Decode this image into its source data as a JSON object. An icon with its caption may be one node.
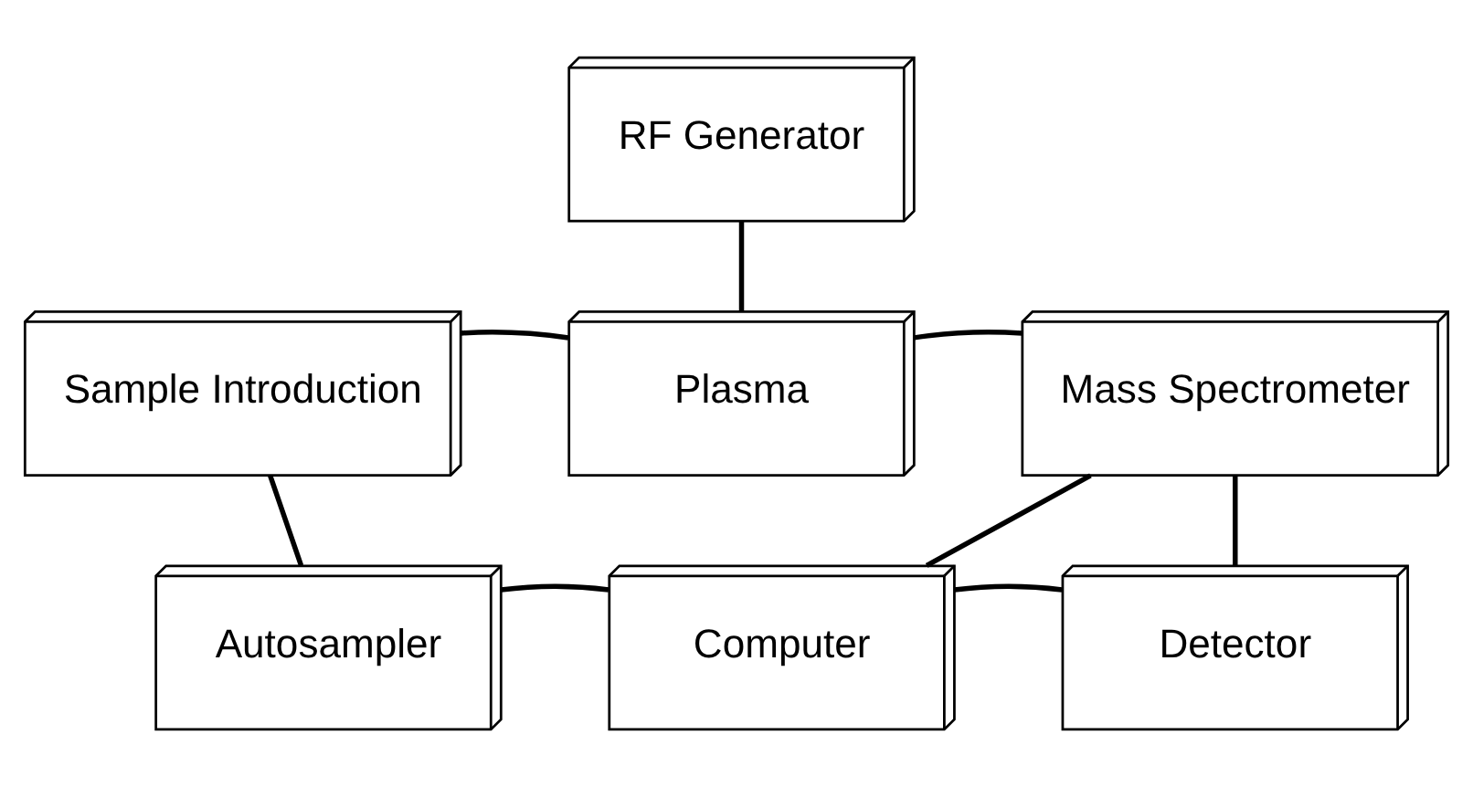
{
  "diagram": {
    "nodes": [
      {
        "text": [
          "RF Generator"
        ]
      },
      {
        "text": [
          "Sample Introduction"
        ]
      },
      {
        "text": [
          "Plasma"
        ]
      },
      {
        "text": [
          "Mass Spectrometer"
        ]
      },
      {
        "text": [
          "Autosampler"
        ]
      },
      {
        "text": [
          "Computer"
        ]
      },
      {
        "text": [
          "Detector"
        ]
      }
    ],
    "edges": [
      {
        "from": 0,
        "to": 2,
        "arrow": "none"
      },
      {
        "from": 1,
        "to": 2,
        "arrow": "none"
      },
      {
        "from": 2,
        "to": 3,
        "arrow": "none"
      },
      {
        "from": 1,
        "to": 4,
        "arrow": "none"
      },
      {
        "from": 3,
        "to": 6,
        "arrow": "none"
      },
      {
        "from": 3,
        "to": 5,
        "arrow": "none"
      },
      {
        "from": 4,
        "to": 5,
        "arrow": "none"
      },
      {
        "from": 5,
        "to": 6,
        "arrow": "none"
      }
    ]
  }
}
